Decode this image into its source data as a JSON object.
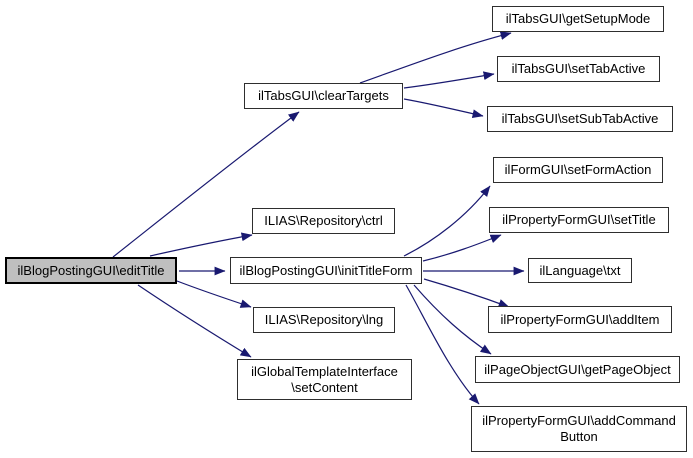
{
  "diagram": {
    "type": "call-graph",
    "colors": {
      "background": "#ffffff",
      "edge": "#191970",
      "node_fill": "#ffffff",
      "node_border": "#2e2e2e",
      "highlight_fill": "#bfbfbf",
      "highlight_border": "#000000",
      "text": "#000000"
    },
    "nodes": {
      "editTitle": {
        "label": "ilBlogPostingGUI\\editTitle",
        "highlighted": true
      },
      "clearTargets": {
        "label": "ilTabsGUI\\clearTargets",
        "highlighted": false
      },
      "ctrl": {
        "label": "ILIAS\\Repository\\ctrl",
        "highlighted": false
      },
      "initTitleForm": {
        "label": "ilBlogPostingGUI\\initTitleForm",
        "highlighted": false
      },
      "lng": {
        "label": "ILIAS\\Repository\\lng",
        "highlighted": false
      },
      "setContent": {
        "label": "ilGlobalTemplateInterface\n\\setContent",
        "highlighted": false
      },
      "getSetupMode": {
        "label": "ilTabsGUI\\getSetupMode",
        "highlighted": false
      },
      "setTabActive": {
        "label": "ilTabsGUI\\setTabActive",
        "highlighted": false
      },
      "setSubTabActive": {
        "label": "ilTabsGUI\\setSubTabActive",
        "highlighted": false
      },
      "setFormAction": {
        "label": "ilFormGUI\\setFormAction",
        "highlighted": false
      },
      "setTitle": {
        "label": "ilPropertyFormGUI\\setTitle",
        "highlighted": false
      },
      "txt": {
        "label": "ilLanguage\\txt",
        "highlighted": false
      },
      "addItem": {
        "label": "ilPropertyFormGUI\\addItem",
        "highlighted": false
      },
      "getPageObject": {
        "label": "ilPageObjectGUI\\getPageObject",
        "highlighted": false
      },
      "addCommandButton": {
        "label": "ilPropertyFormGUI\\addCommand\nButton",
        "highlighted": false
      }
    },
    "edges": [
      {
        "from": "editTitle",
        "to": "clearTargets"
      },
      {
        "from": "editTitle",
        "to": "ctrl"
      },
      {
        "from": "editTitle",
        "to": "initTitleForm"
      },
      {
        "from": "editTitle",
        "to": "lng"
      },
      {
        "from": "editTitle",
        "to": "setContent"
      },
      {
        "from": "clearTargets",
        "to": "getSetupMode"
      },
      {
        "from": "clearTargets",
        "to": "setTabActive"
      },
      {
        "from": "clearTargets",
        "to": "setSubTabActive"
      },
      {
        "from": "initTitleForm",
        "to": "setFormAction"
      },
      {
        "from": "initTitleForm",
        "to": "setTitle"
      },
      {
        "from": "initTitleForm",
        "to": "txt"
      },
      {
        "from": "initTitleForm",
        "to": "addItem"
      },
      {
        "from": "initTitleForm",
        "to": "getPageObject"
      },
      {
        "from": "initTitleForm",
        "to": "addCommandButton"
      }
    ]
  }
}
